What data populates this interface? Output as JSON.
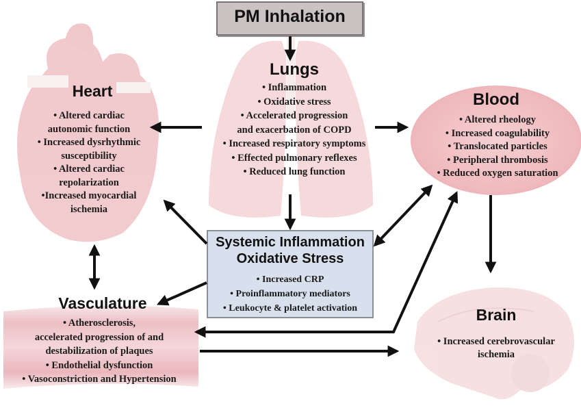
{
  "colors": {
    "pm_box_fill": "#cbc3c3",
    "systemic_box_fill": "#d8e0ee",
    "organ_tint": "#e9a3a8",
    "blood_fill": "#f2c4c6",
    "arrow": "#111111"
  },
  "pm": {
    "title": "PM Inhalation"
  },
  "lungs": {
    "title": "Lungs",
    "items": [
      "• Inflammation",
      "• Oxidative stress",
      "• Accelerated progression",
      "and exacerbation of COPD",
      "• Increased respiratory symptoms",
      "• Effected pulmonary reflexes",
      "• Reduced lung function"
    ]
  },
  "heart": {
    "title": "Heart",
    "items": [
      "• Altered cardiac",
      "autonomic function",
      "• Increased dysrhythmic",
      "susceptibility",
      "• Altered cardiac",
      "repolarization",
      "•Increased myocardial",
      "ischemia"
    ]
  },
  "blood": {
    "title": "Blood",
    "items": [
      "• Altered rheology",
      "• Increased coagulability",
      "• Translocated particles",
      "• Peripheral thrombosis",
      "• Reduced oxygen saturation"
    ]
  },
  "systemic": {
    "title_line1": "Systemic Inflammation",
    "title_line2": "Oxidative Stress",
    "items": [
      "• Increased CRP",
      "• Proinflammatory mediators",
      "• Leukocyte & platelet activation"
    ]
  },
  "vasculature": {
    "title": "Vasculature",
    "items": [
      "• Atherosclerosis,",
      "accelerated progression of and",
      "destabilization of plaques",
      "• Endothelial dysfunction",
      "• Vasoconstriction and Hypertension"
    ]
  },
  "brain": {
    "title": "Brain",
    "items": [
      "• Increased cerebrovascular",
      "ischemia"
    ]
  },
  "connections": [
    {
      "from": "PM Inhalation",
      "to": "Lungs",
      "type": "one-way"
    },
    {
      "from": "Lungs",
      "to": "Heart",
      "type": "one-way"
    },
    {
      "from": "Lungs",
      "to": "Blood",
      "type": "one-way"
    },
    {
      "from": "Lungs",
      "to": "Systemic Inflammation",
      "type": "one-way"
    },
    {
      "from": "Systemic Inflammation",
      "to": "Heart",
      "type": "one-way"
    },
    {
      "from": "Systemic Inflammation",
      "to": "Vasculature",
      "type": "one-way"
    },
    {
      "from": "Systemic Inflammation",
      "to": "Blood",
      "type": "two-way"
    },
    {
      "from": "Heart",
      "to": "Vasculature",
      "type": "two-way"
    },
    {
      "from": "Blood",
      "to": "Vasculature",
      "type": "two-way"
    },
    {
      "from": "Blood",
      "to": "Brain",
      "type": "one-way"
    },
    {
      "from": "Vasculature",
      "to": "Brain",
      "type": "one-way"
    }
  ]
}
